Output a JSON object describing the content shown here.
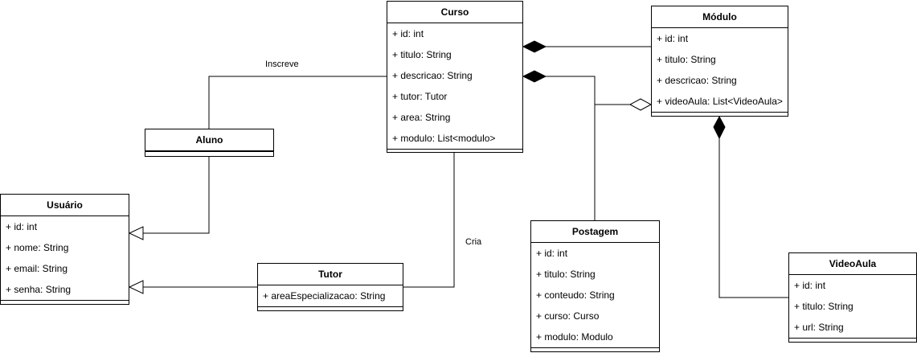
{
  "classes": {
    "curso": {
      "name": "Curso",
      "attributes": [
        "+ id: int",
        "+ titulo: String",
        "+ descricao: String",
        "+ tutor: Tutor",
        "+ area: String",
        "+ modulo: List<modulo>"
      ]
    },
    "modulo": {
      "name": "Módulo",
      "attributes": [
        "+ id: int",
        "+ titulo: String",
        "+ descricao: String",
        "+ videoAula: List<VideoAula>"
      ]
    },
    "aluno": {
      "name": "Aluno",
      "attributes": []
    },
    "usuario": {
      "name": "Usuário",
      "attributes": [
        "+ id: int",
        "+ nome: String",
        "+ email: String",
        "+ senha: String"
      ]
    },
    "tutor": {
      "name": "Tutor",
      "attributes": [
        "+ areaEspecializacao: String"
      ]
    },
    "postagem": {
      "name": "Postagem",
      "attributes": [
        "+ id: int",
        "+ titulo: String",
        "+ conteudo: String",
        "+ curso: Curso",
        "+ modulo: Modulo"
      ]
    },
    "videoaula": {
      "name": "VideoAula",
      "attributes": [
        "+ id: int",
        "+ titulo: String",
        "+ url: String"
      ]
    }
  },
  "labels": {
    "inscreve": "Inscreve",
    "cria": "Cria"
  }
}
